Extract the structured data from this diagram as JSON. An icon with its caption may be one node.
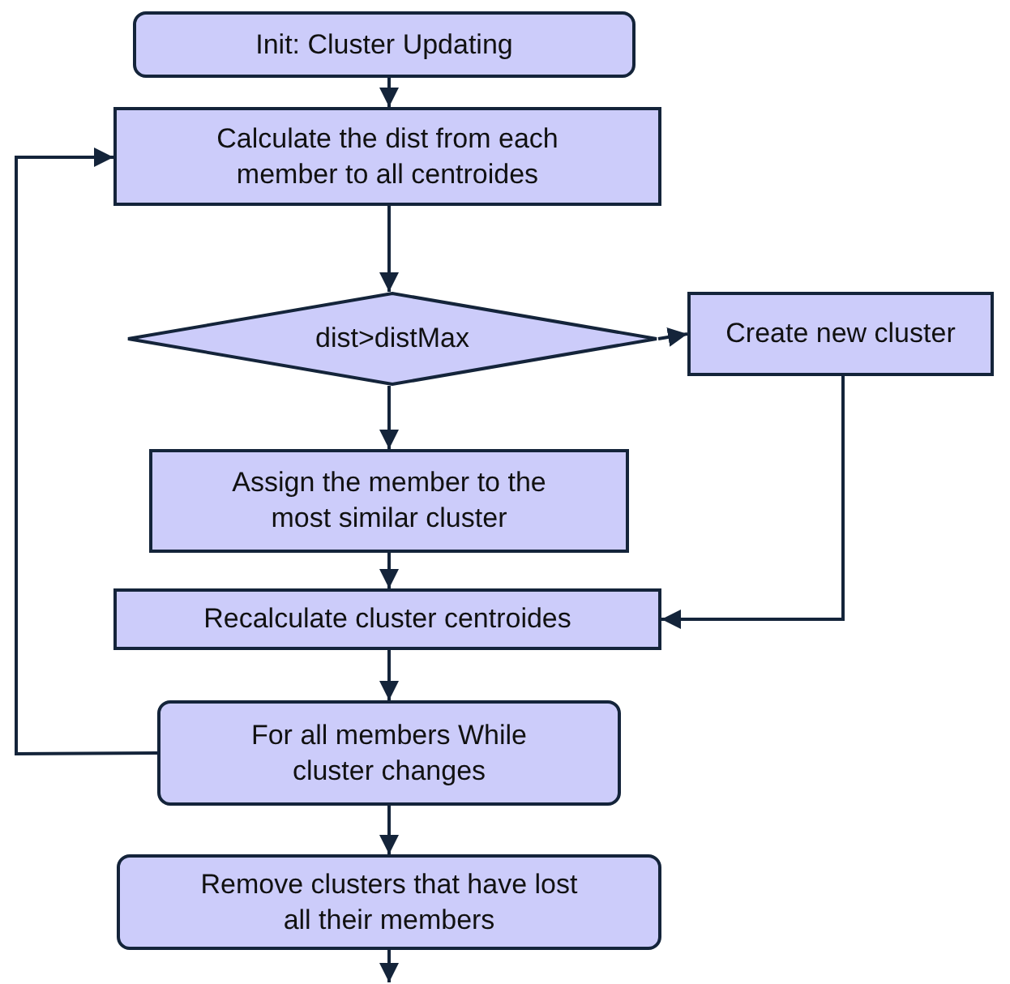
{
  "diagram": {
    "nodes": [
      {
        "text": [
          "Init: Cluster Updating"
        ]
      },
      {
        "text": [
          "Calculate the dist from each member to all centroides"
        ]
      },
      {
        "text": [
          "dist>distMax"
        ]
      },
      {
        "text": [
          "Create new cluster"
        ]
      },
      {
        "text": [
          "Assign the member to the most similar cluster"
        ]
      },
      {
        "text": [
          "Recalculate cluster centroides"
        ]
      },
      {
        "text": [
          "For all members While cluster changes"
        ]
      },
      {
        "text": [
          "Remove clusters that have lost all their members"
        ]
      }
    ],
    "edges": [
      {
        "from": 0,
        "to": 1,
        "arrow": "to"
      },
      {
        "from": 1,
        "to": 2,
        "arrow": "to"
      },
      {
        "from": 2,
        "to": 3,
        "arrow": "to"
      },
      {
        "from": 2,
        "to": 4,
        "arrow": "to"
      },
      {
        "from": 4,
        "to": 5,
        "arrow": "to"
      },
      {
        "from": 3,
        "to": 5,
        "arrow": "to"
      },
      {
        "from": 5,
        "to": 6,
        "arrow": "to"
      },
      {
        "from": 6,
        "to": 1,
        "arrow": "to"
      },
      {
        "from": 6,
        "to": 7,
        "arrow": "to"
      },
      {
        "from": 7,
        "to": null,
        "arrow": "to"
      }
    ]
  }
}
